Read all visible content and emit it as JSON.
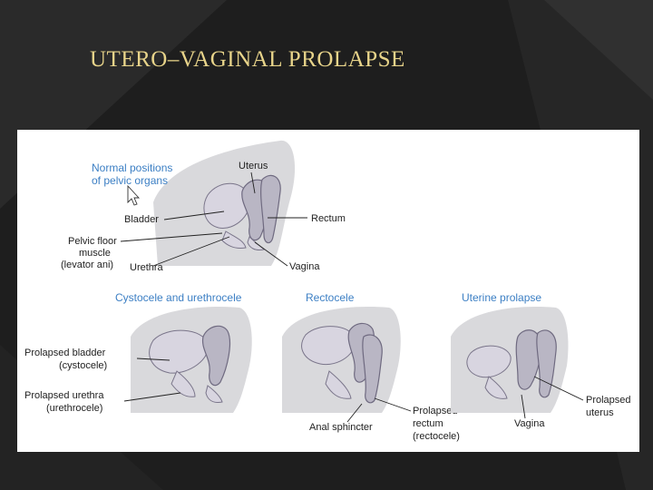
{
  "slide": {
    "title": "UTERO–VAGINAL  PROLAPSE"
  },
  "figure": {
    "normal": {
      "heading": "Normal positions",
      "heading2": "of pelvic organs",
      "labels": {
        "uterus": "Uterus",
        "bladder": "Bladder",
        "rectum": "Rectum",
        "pelvic_floor_1": "Pelvic floor",
        "pelvic_floor_2": "muscle",
        "pelvic_floor_3": "(levator ani)",
        "urethra": "Urethra",
        "vagina": "Vagina"
      }
    },
    "cystocele": {
      "heading": "Cystocele and urethrocele",
      "labels": {
        "bladder_1": "Prolapsed bladder",
        "bladder_2": "(cystocele)",
        "urethra_1": "Prolapsed urethra",
        "urethra_2": "(urethrocele)"
      }
    },
    "rectocele": {
      "heading": "Rectocele",
      "labels": {
        "anal_sphincter": "Anal sphincter",
        "rectum_1": "Prolapsed",
        "rectum_2": "rectum",
        "rectum_3": "(rectocele)"
      }
    },
    "uterine": {
      "heading": "Uterine prolapse",
      "labels": {
        "vagina": "Vagina",
        "uterus_1": "Prolapsed",
        "uterus_2": "uterus"
      }
    }
  },
  "colors": {
    "background": "#1d1d1d",
    "title": "#e8d48a",
    "heading_blue": "#3c7fc4",
    "organ": "#b9b6c4"
  }
}
